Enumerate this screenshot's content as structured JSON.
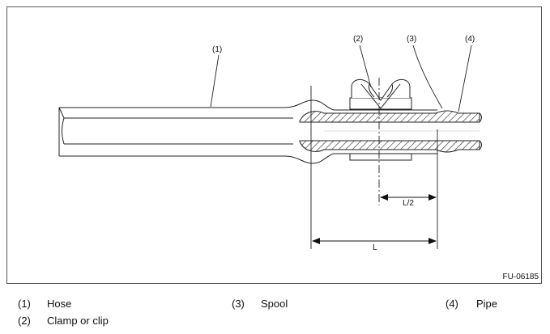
{
  "figure": {
    "callouts": {
      "c1": "(1)",
      "c2": "(2)",
      "c3": "(3)",
      "c4": "(4)"
    },
    "dimensions": {
      "half": "L/2",
      "full": "L"
    },
    "code": "FU-06185"
  },
  "legend": [
    {
      "num": "(1)",
      "text": "Hose"
    },
    {
      "num": "(2)",
      "text": "Clamp or clip"
    },
    {
      "num": "(3)",
      "text": "Spool"
    },
    {
      "num": "(4)",
      "text": "Pipe"
    }
  ]
}
